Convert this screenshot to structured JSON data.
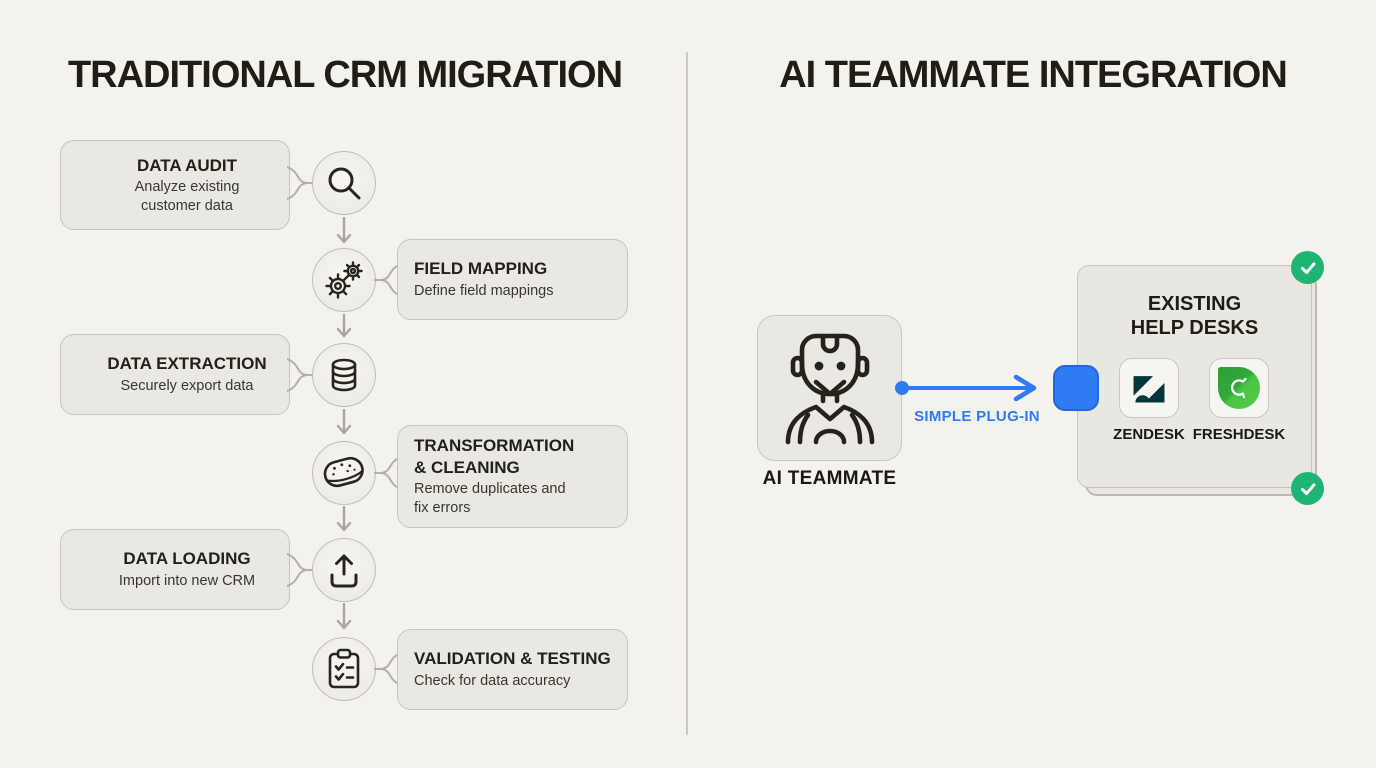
{
  "left": {
    "title": "TRADITIONAL CRM MIGRATION",
    "steps": [
      {
        "title": "DATA AUDIT",
        "desc": "Analyze existing",
        "desc2": "customer data",
        "icon": "magnifier-icon"
      },
      {
        "title": "FIELD MAPPING",
        "desc": "Define field mappings",
        "icon": "gears-icon"
      },
      {
        "title": "DATA EXTRACTION",
        "desc": "Securely export data",
        "icon": "database-icon"
      },
      {
        "title": "TRANSFORMATION",
        "title2": "& CLEANING",
        "desc": "Remove duplicates and",
        "desc2": "fix errors",
        "icon": "sponge-icon"
      },
      {
        "title": "DATA LOADING",
        "desc": "Import into new CRM",
        "icon": "upload-icon"
      },
      {
        "title": "VALIDATION & TESTING",
        "desc": "Check for data accuracy",
        "icon": "clipboard-check-icon"
      }
    ]
  },
  "right": {
    "title": "AI TEAMMATE INTEGRATION",
    "ai_label": "AI TEAMMATE",
    "arrow_label": "SIMPLE PLUG-IN",
    "panel": {
      "title_line1": "EXISTING",
      "title_line2": "HELP DESKS",
      "desks": [
        {
          "label": "ZENDESK",
          "icon": "zendesk-logo"
        },
        {
          "label": "FRESHDESK",
          "icon": "freshdesk-logo"
        }
      ]
    }
  },
  "colors": {
    "background": "#f4f2ed",
    "accent_blue": "#2e7bf5",
    "accent_green": "#1eb574",
    "zendesk_navy": "#04363d",
    "freshdesk_green": "#2f9e38"
  }
}
